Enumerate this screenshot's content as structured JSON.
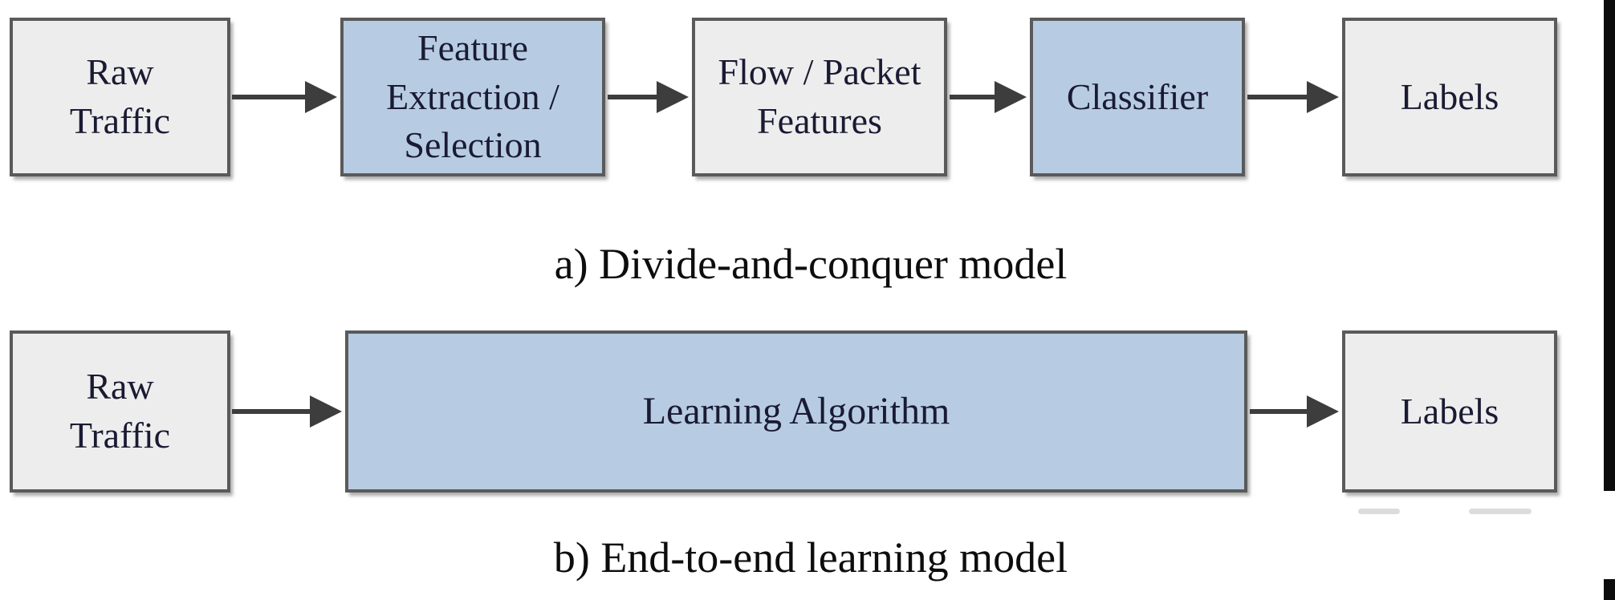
{
  "colors": {
    "box_gray": "#ededed",
    "box_blue": "#b7cce2",
    "border": "#5a5a5a",
    "arrow": "#3d3d3d",
    "text": "#1a1a33",
    "caption": "#0d0d0d",
    "black_bar": "#0c0c0c"
  },
  "diagram_a": {
    "caption": "a) Divide-and-conquer model",
    "nodes": {
      "raw_traffic": "Raw\nTraffic",
      "feature_extraction": "Feature\nExtraction /\nSelection",
      "flow_packet": "Flow / Packet\nFeatures",
      "classifier": "Classifier",
      "labels": "Labels"
    }
  },
  "diagram_b": {
    "caption": "b) End-to-end learning model",
    "nodes": {
      "raw_traffic": "Raw\nTraffic",
      "learning_algorithm": "Learning Algorithm",
      "labels": "Labels"
    }
  }
}
